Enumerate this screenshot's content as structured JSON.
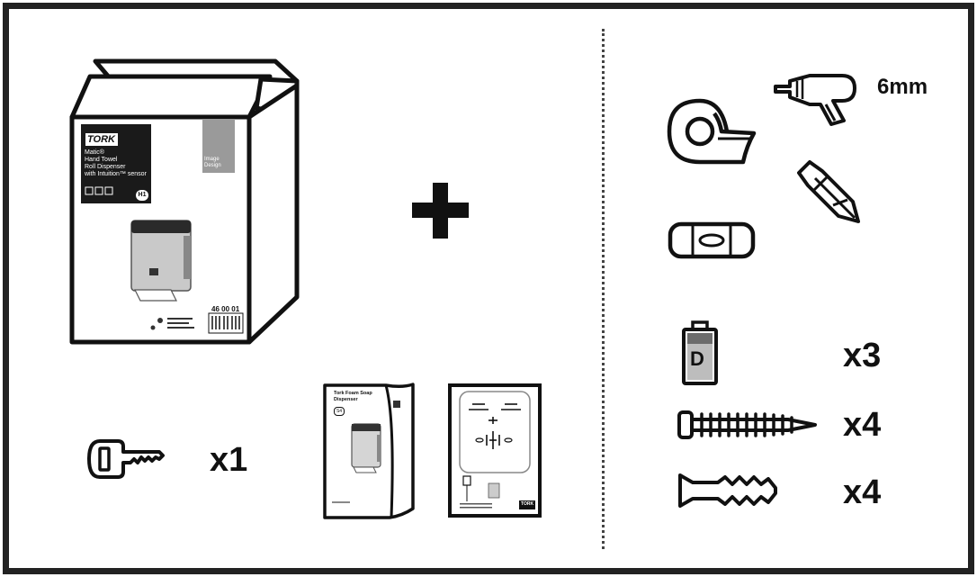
{
  "box": {
    "brand": "TORK",
    "product_lines": [
      "Matic®",
      "Hand Towel",
      "Roll Dispenser",
      "with Intuition™ sensor"
    ],
    "badge": "H1",
    "side_label_1": "Image",
    "side_label_2": "Design",
    "article_number": "46 00 01"
  },
  "manual": {
    "title_line1": "Tork Foam Soap",
    "title_line2": "Dispenser",
    "badge": "S4"
  },
  "template": {
    "brand": "TORK"
  },
  "quantities": {
    "key": "x1",
    "battery": "x3",
    "screw": "x4",
    "wall_plug": "x4"
  },
  "tools": {
    "drill_bit_size": "6mm"
  },
  "battery_letter": "D"
}
